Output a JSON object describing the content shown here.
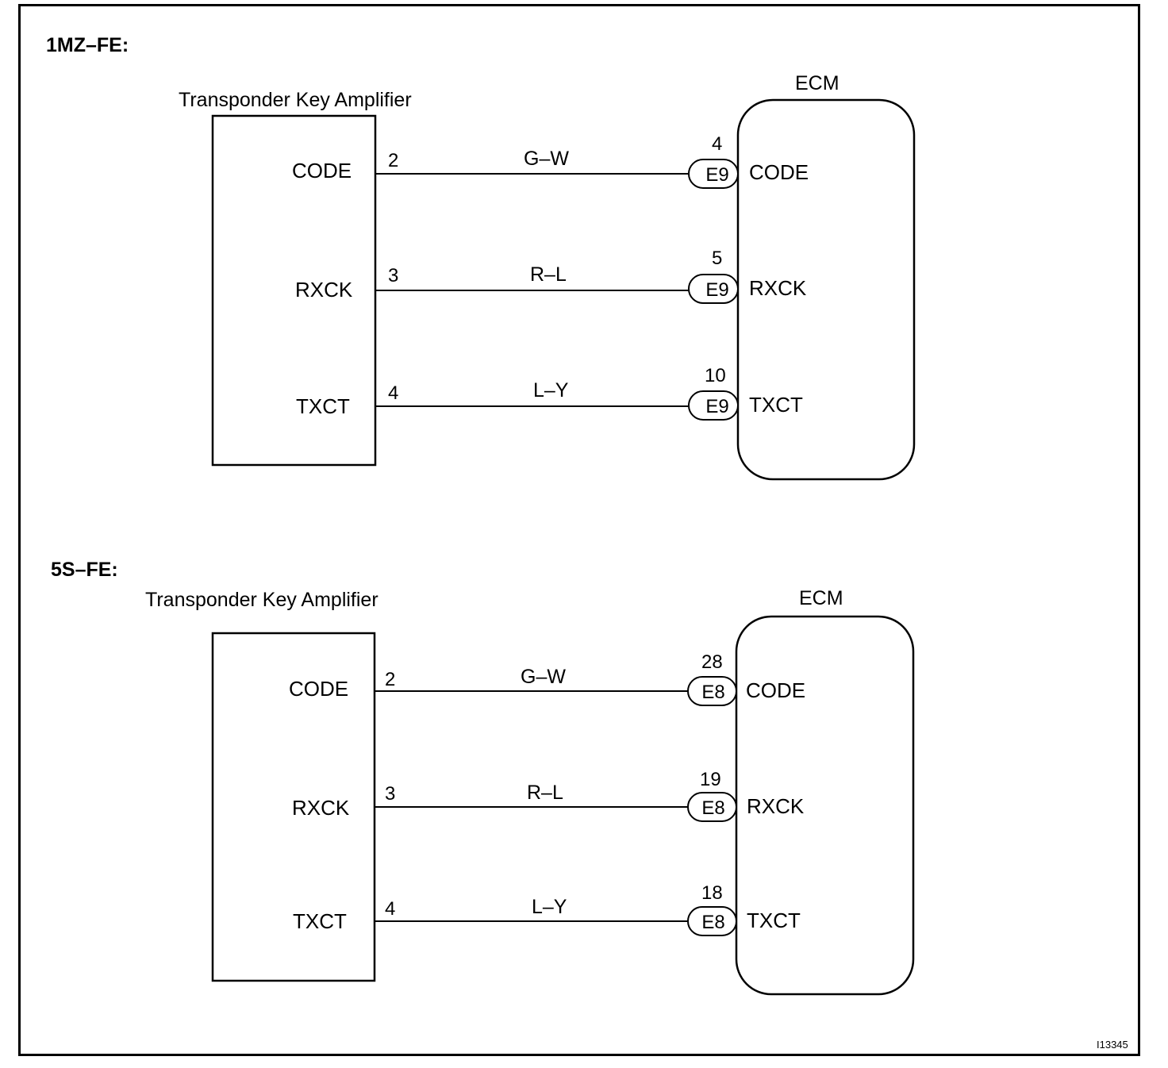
{
  "sections": [
    {
      "engine": "1MZ–FE:",
      "left_component": "Transponder Key Amplifier",
      "right_component": "ECM",
      "wires": [
        {
          "left_signal": "CODE",
          "left_pin": "2",
          "wire_color": "G–W",
          "right_pin": "4",
          "connector": "E9",
          "right_signal": "CODE"
        },
        {
          "left_signal": "RXCK",
          "left_pin": "3",
          "wire_color": "R–L",
          "right_pin": "5",
          "connector": "E9",
          "right_signal": "RXCK"
        },
        {
          "left_signal": "TXCT",
          "left_pin": "4",
          "wire_color": "L–Y",
          "right_pin": "10",
          "connector": "E9",
          "right_signal": "TXCT"
        }
      ]
    },
    {
      "engine": "5S–FE:",
      "left_component": "Transponder Key Amplifier",
      "right_component": "ECM",
      "wires": [
        {
          "left_signal": "CODE",
          "left_pin": "2",
          "wire_color": "G–W",
          "right_pin": "28",
          "connector": "E8",
          "right_signal": "CODE"
        },
        {
          "left_signal": "RXCK",
          "left_pin": "3",
          "wire_color": "R–L",
          "right_pin": "19",
          "connector": "E8",
          "right_signal": "RXCK"
        },
        {
          "left_signal": "TXCT",
          "left_pin": "4",
          "wire_color": "L–Y",
          "right_pin": "18",
          "connector": "E8",
          "right_signal": "TXCT"
        }
      ]
    }
  ],
  "figure_ref": "I13345"
}
